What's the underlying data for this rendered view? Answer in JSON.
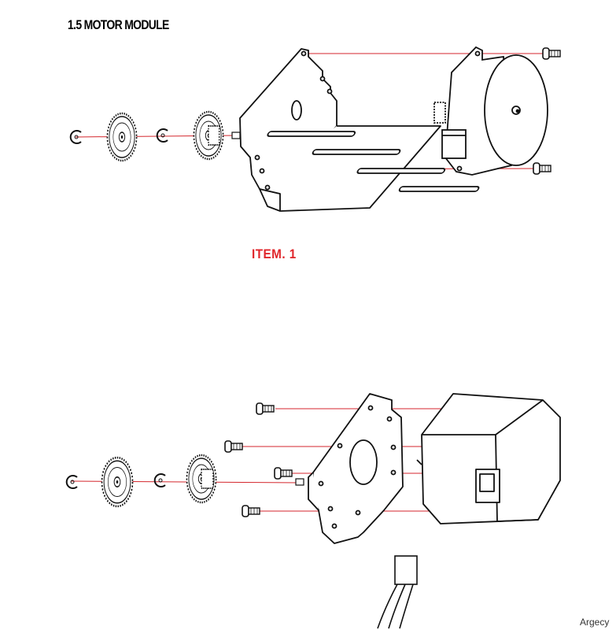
{
  "heading": "1.5 MOTOR MODULE",
  "item_label": "ITEM. 1",
  "watermark": "Argecy",
  "colors": {
    "leader_line": "#d4262c",
    "item_label": "#e0262b",
    "line_art": "#111111"
  },
  "assemblies": [
    {
      "name": "item-1-motor-module-assembly",
      "parts": [
        "e-ring",
        "gear",
        "e-ring",
        "pinion-gear",
        "motor-bracket",
        "motor",
        "screw",
        "screw"
      ]
    },
    {
      "name": "stepper-motor-module-assembly",
      "parts": [
        "e-ring",
        "gear",
        "e-ring",
        "pinion-gear",
        "mounting-plate",
        "stepper-motor",
        "screw",
        "screw",
        "screw",
        "screw",
        "cable"
      ]
    }
  ]
}
